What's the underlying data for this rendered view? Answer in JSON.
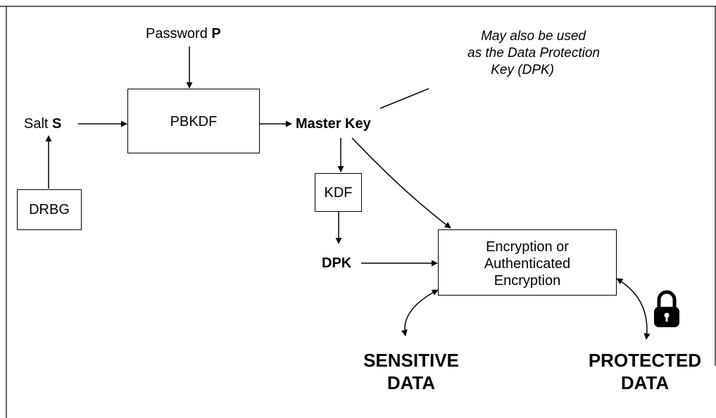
{
  "password": {
    "prefix": "Password",
    "symbol": "P"
  },
  "salt": {
    "prefix": "Salt",
    "symbol": "S"
  },
  "drbg_label": "DRBG",
  "pbkdf_label": "PBKDF",
  "master_key_label": "Master Key",
  "kdf_label": "KDF",
  "dpk_label": "DPK",
  "encryption_label": {
    "line1": "Encryption or",
    "line2": "Authenticated",
    "line3": "Encryption"
  },
  "note": {
    "line1": "May also be used",
    "line2": "as the Data Protection",
    "line3": "Key (DPK)"
  },
  "sensitive_data": {
    "line1": "SENSITIVE",
    "line2": "DATA"
  },
  "protected_data": {
    "line1": "PROTECTED",
    "line2": "DATA"
  },
  "icons": {
    "lock": "padlock-icon"
  }
}
